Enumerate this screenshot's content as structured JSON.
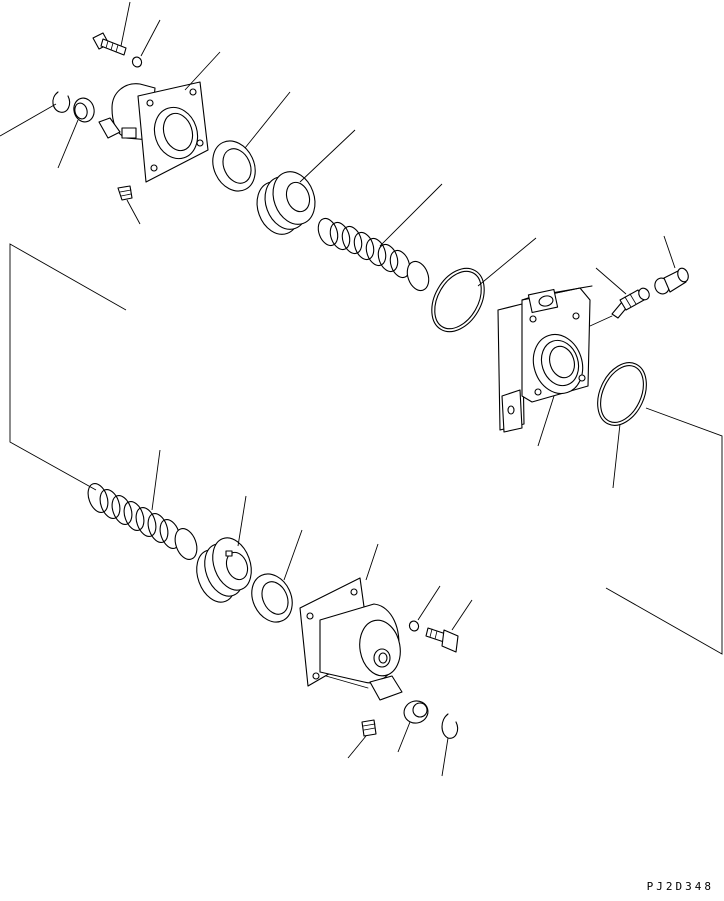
{
  "drawing_code": "PJ2D348",
  "icons": {
    "part_shapes": [
      "bolt",
      "washer",
      "end-cover",
      "snap-ring",
      "plug",
      "nut",
      "grease-fitting",
      "seal-ring",
      "piston",
      "spring",
      "o-ring",
      "bracket-body",
      "dust-boot"
    ]
  }
}
